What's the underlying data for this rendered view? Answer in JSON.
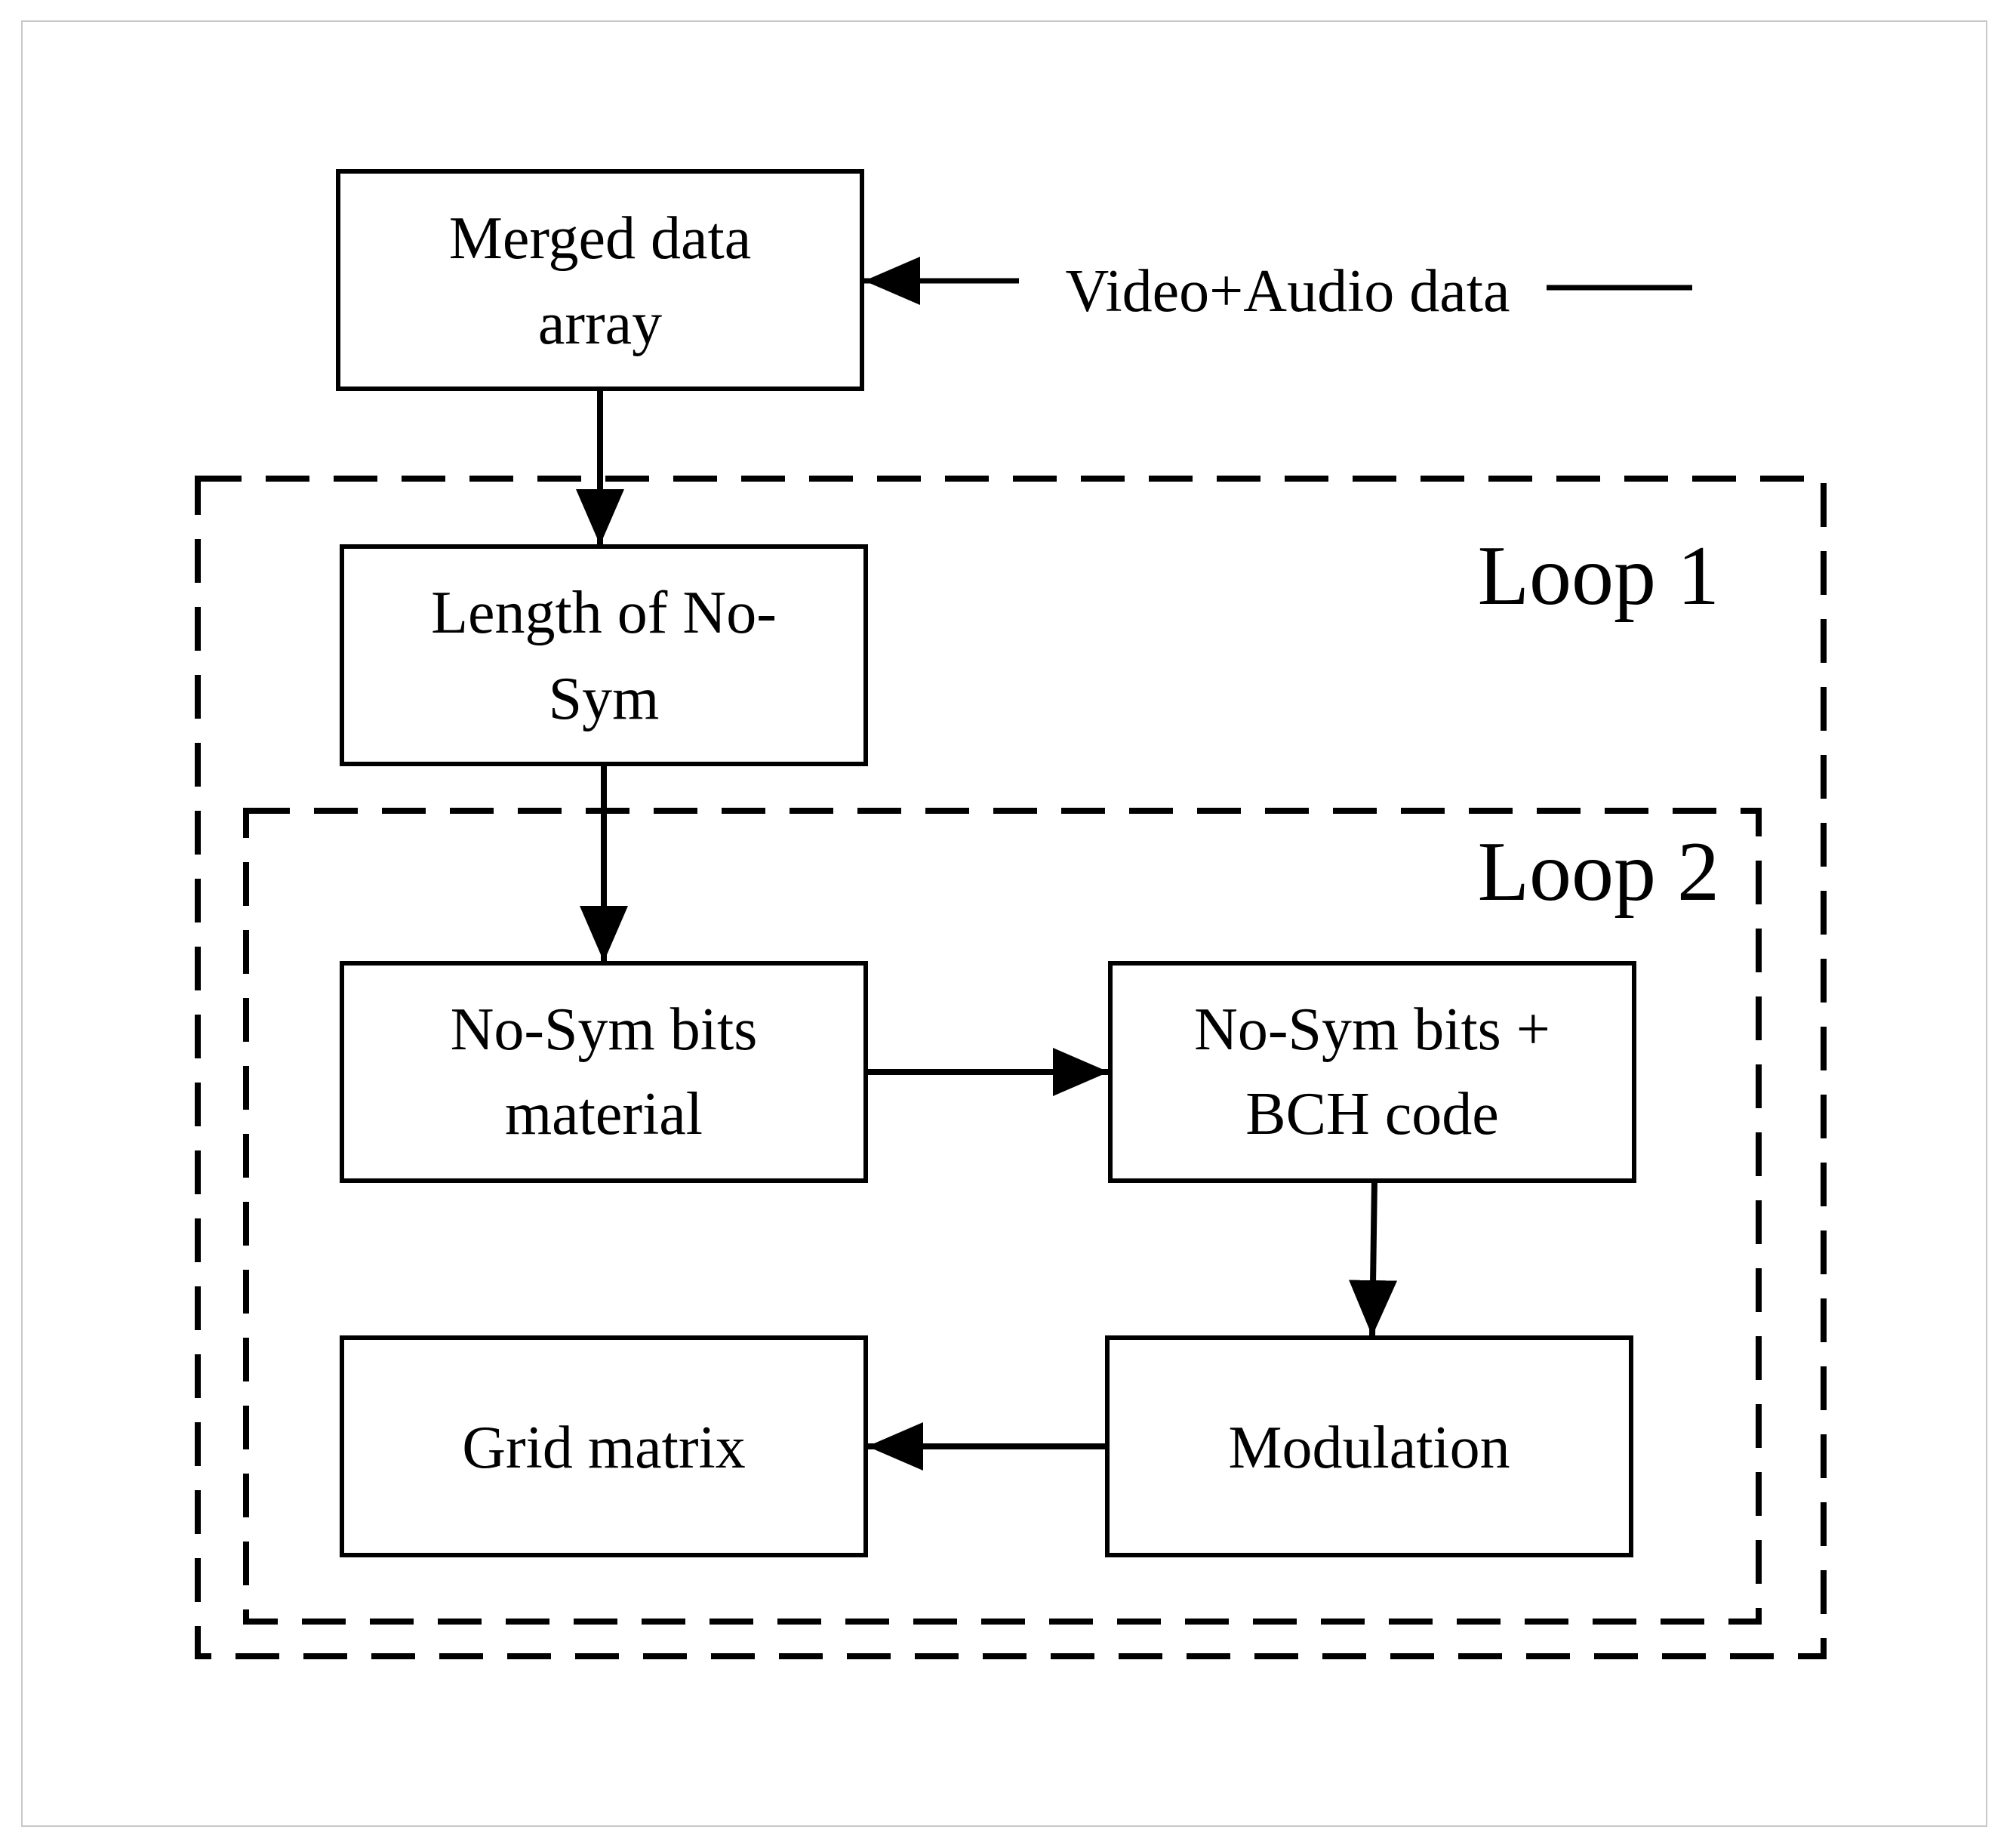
{
  "colors": {
    "stroke": "#000000",
    "background": "#ffffff",
    "frame": "#c8c8c8"
  },
  "input": {
    "label": "Video+Audio data"
  },
  "loops": {
    "loop1": "Loop 1",
    "loop2": "Loop 2"
  },
  "nodes": {
    "merged": {
      "line1": "Merged data",
      "line2": "array"
    },
    "length": {
      "line1": "Length of No-",
      "line2": "Sym"
    },
    "nosym_bits": {
      "line1": "No-Sym bits",
      "line2": "material"
    },
    "nosym_bch": {
      "line1": "No-Sym bits +",
      "line2": "BCH code"
    },
    "modulation": {
      "line1": "Modulation"
    },
    "grid": {
      "line1": "Grid matrix"
    }
  }
}
